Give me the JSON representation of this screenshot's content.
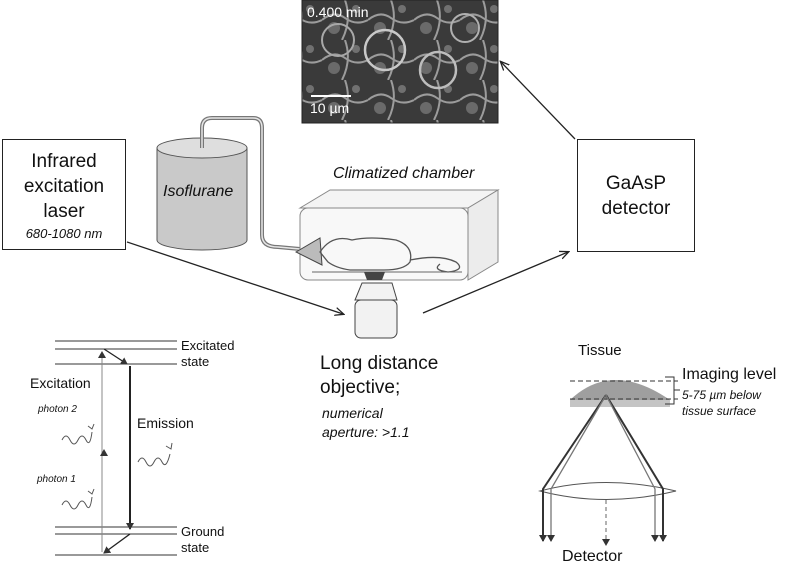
{
  "laser_box": {
    "lines": [
      "Infrared",
      "excitation",
      "laser"
    ],
    "range": "680-1080 nm"
  },
  "detector_box": {
    "lines": [
      "GaAsP",
      "detector"
    ]
  },
  "micrograph": {
    "time": "0.400 min",
    "scalebar": "10 µm"
  },
  "isoflurane_label": "Isoflurane",
  "chamber_label": "Climatized chamber",
  "objective": {
    "lines": [
      "Long distance",
      "objective;"
    ],
    "detail": [
      "numerical",
      "aperture: >1.1"
    ]
  },
  "energy_diagram": {
    "excitated": [
      "Excitated",
      "state"
    ],
    "ground": [
      "Ground",
      "state"
    ],
    "excitation": "Excitation",
    "emission": "Emission",
    "photon2": "photon 2",
    "photon1": "photon 1"
  },
  "optics_diagram": {
    "tissue": "Tissue",
    "imaging_level": "Imaging level",
    "depth": [
      "5-75 µm below",
      "tissue surface"
    ],
    "detector": "Detector"
  },
  "colors": {
    "line": "#222222",
    "image_bg": "#3b3b3b",
    "gray_fill": "#bdbdbd",
    "tissue_fill": "#9a9a9a"
  }
}
